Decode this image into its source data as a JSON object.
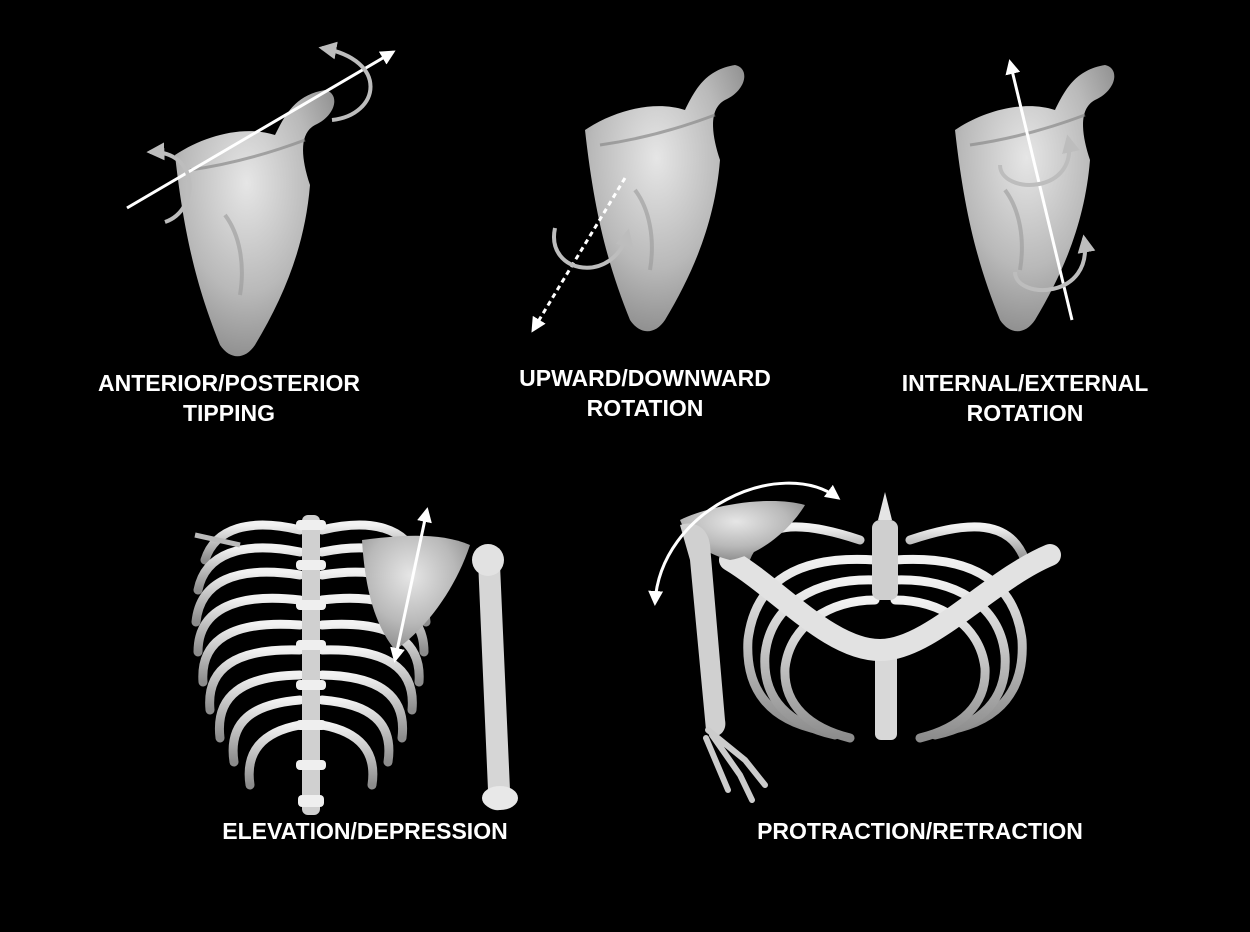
{
  "panels": {
    "tipping": {
      "line1": "ANTERIOR/POSTERIOR",
      "line2": "TIPPING"
    },
    "upward": {
      "line1": "UPWARD/DOWNWARD",
      "line2": "ROTATION"
    },
    "internal": {
      "line1": "INTERNAL/EXTERNAL",
      "line2": "ROTATION"
    },
    "elevation": {
      "line1": "ELEVATION/DEPRESSION"
    },
    "protraction": {
      "line1": "PROTRACTION/RETRACTION"
    }
  },
  "colors": {
    "background": "#000000",
    "text": "#ffffff",
    "axis": "#ffffff",
    "rotation_arrow": "#bdbdbd",
    "bone_light": "#dcdcdc",
    "bone_mid": "#b4b4b4",
    "bone_dark": "#7a7a7a"
  }
}
